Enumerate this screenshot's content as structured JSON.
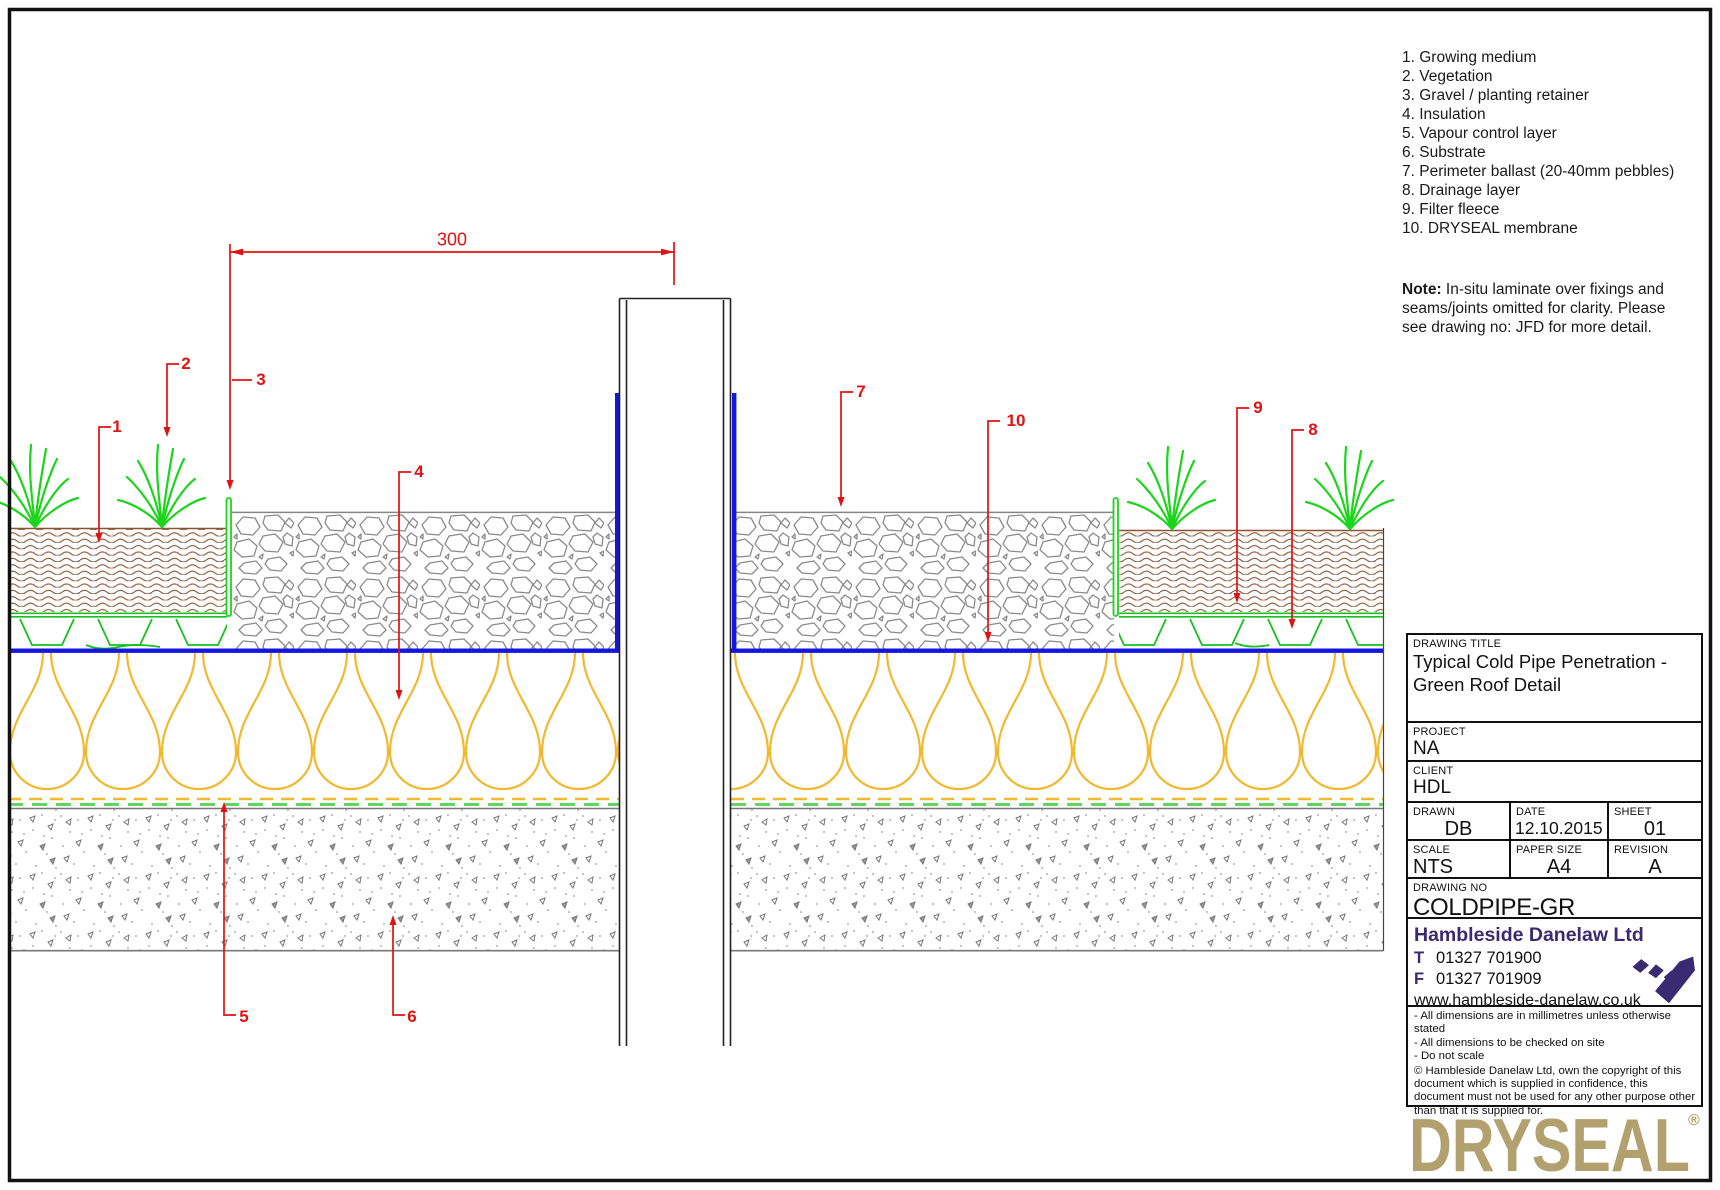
{
  "drawing": {
    "dimension": "300",
    "callouts": [
      "1",
      "2",
      "3",
      "4",
      "5",
      "6",
      "7",
      "8",
      "9",
      "10"
    ]
  },
  "legend": {
    "items": [
      "1. Growing medium",
      "2. Vegetation",
      "3. Gravel / planting retainer",
      "4. Insulation",
      "5. Vapour control layer",
      "6. Substrate",
      "7. Perimeter ballast (20-40mm pebbles)",
      "8. Drainage layer",
      "9. Filter fleece",
      "10. DRYSEAL membrane"
    ]
  },
  "note": {
    "label": "Note:",
    "text": " In-situ laminate over fixings and seams/joints omitted for clarity. Please see drawing no: JFD for more detail."
  },
  "title_block": {
    "drawing_title_label": "DRAWING TITLE",
    "drawing_title": "Typical Cold Pipe Penetration - Green Roof Detail",
    "project_label": "PROJECT",
    "project": "NA",
    "client_label": "CLIENT",
    "client": "HDL",
    "drawn_label": "DRAWN",
    "drawn": "DB",
    "date_label": "DATE",
    "date": "12.10.2015",
    "sheet_label": "SHEET",
    "sheet": "01",
    "scale_label": "SCALE",
    "scale": "NTS",
    "paper_label": "PAPER SIZE",
    "paper": "A4",
    "revision_label": "REVISION",
    "revision": "A",
    "drawing_no_label": "DRAWING NO",
    "drawing_no": "COLDPIPE-GR"
  },
  "company": {
    "name": "Hambleside Danelaw Ltd",
    "t_label": "T",
    "phone": "01327 701900",
    "f_label": "F",
    "fax": "01327 701909",
    "website": "www.hambleside-danelaw.co.uk"
  },
  "disclaimer": {
    "line1": "- All dimensions are in millimetres unless otherwise stated",
    "line2": "- All dimensions to be checked on site",
    "line3": "- Do not scale",
    "copyright": "© Hambleside Danelaw Ltd, own the copyright of this document which is supplied in confidence, this document must not be used for any other purpose other than that it is supplied for."
  },
  "brand": {
    "logo": "DRYSEAL",
    "registered": "®"
  },
  "colors": {
    "callout_red": "#e01212",
    "membrane_blue": "#1515e0",
    "green": "#17c420",
    "insulation_yellow": "#f0b92f",
    "soil_brown": "#8a5535",
    "pebble_gray": "#858585",
    "company_purple": "#3a2a72",
    "dryseal_tan": "#b2a06e"
  }
}
